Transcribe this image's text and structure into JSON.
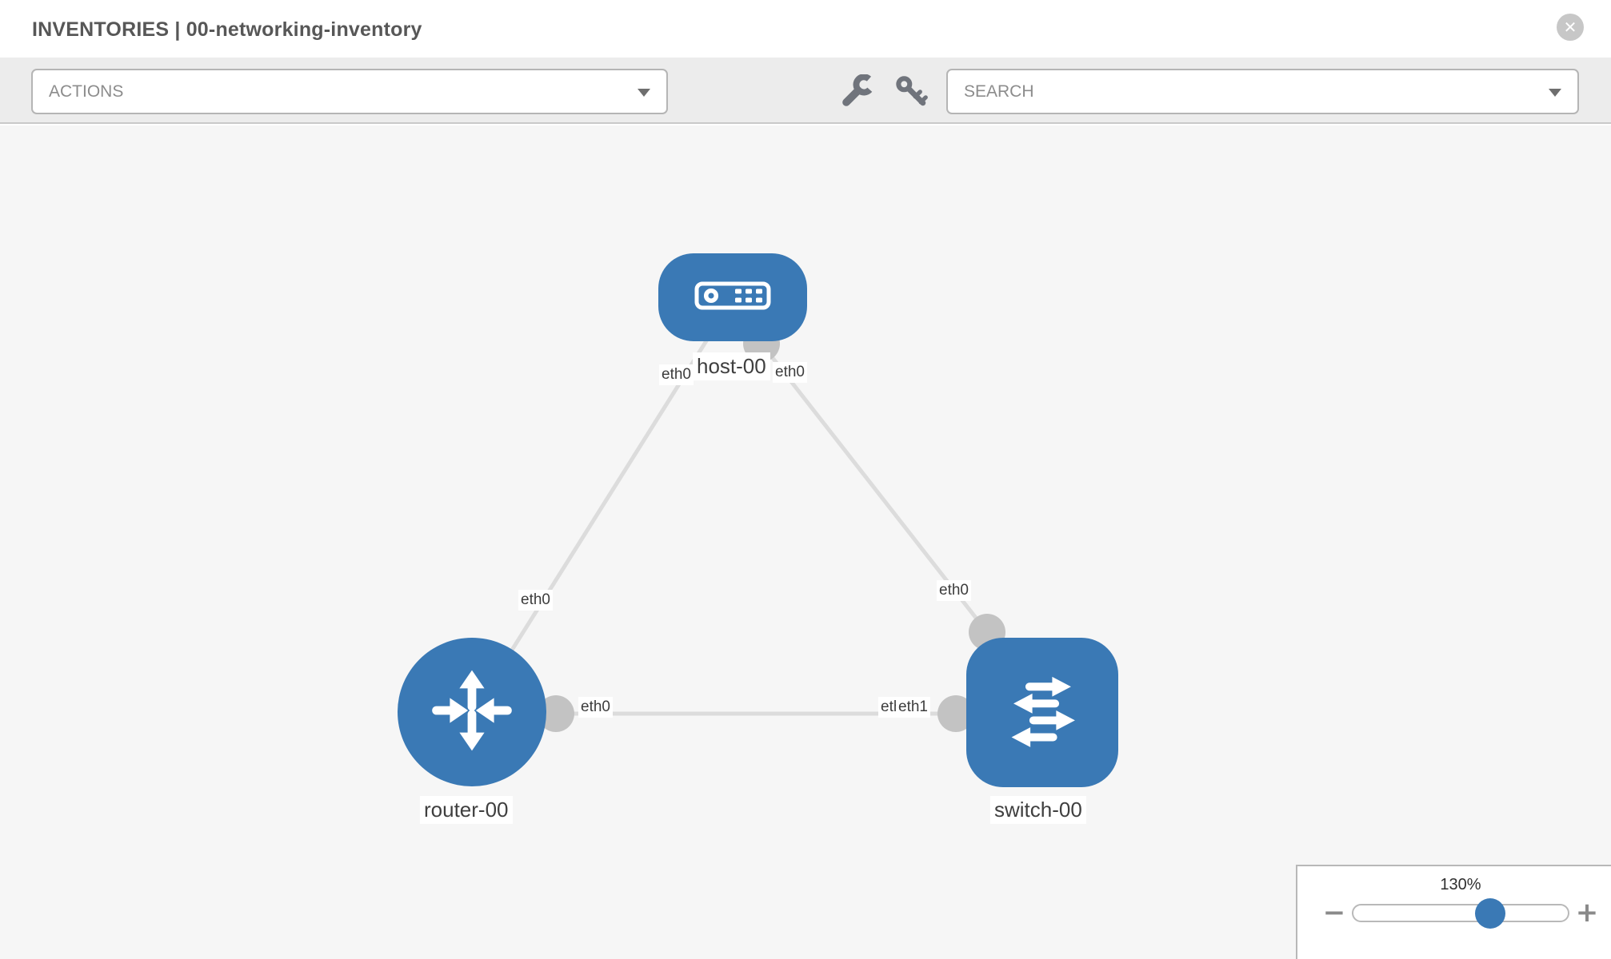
{
  "header": {
    "title": "INVENTORIES | 00-networking-inventory",
    "close_glyph": "✕"
  },
  "toolbar": {
    "actions_label": "ACTIONS",
    "search_label": "SEARCH",
    "icons": {
      "wrench": "wrench-icon",
      "key": "key-icon",
      "caret": "chevron-down-icon",
      "close": "close-icon"
    }
  },
  "topology": {
    "nodes": [
      {
        "id": "host-00",
        "label": "host-00",
        "type": "host"
      },
      {
        "id": "router-00",
        "label": "router-00",
        "type": "router"
      },
      {
        "id": "switch-00",
        "label": "switch-00",
        "type": "switch"
      }
    ],
    "links": [
      {
        "from": "host-00",
        "to": "router-00",
        "from_label": "eth0",
        "to_label": "eth0"
      },
      {
        "from": "host-00",
        "to": "switch-00",
        "from_label": "eth0",
        "to_label": "eth0"
      },
      {
        "from": "router-00",
        "to": "switch-00",
        "from_label": "eth0",
        "to_label": "eth1",
        "to_label_under": "eth0"
      }
    ]
  },
  "zoom_control": {
    "level": "130%",
    "minus_glyph": "−",
    "plus_glyph": "+"
  },
  "colors": {
    "node_blue": "#3a79b5",
    "link_gray": "#dcdcdc",
    "connector_gray": "#c3c3c3",
    "toolbar_bg": "#ececec",
    "canvas_bg": "#f6f6f6",
    "title_text": "#575757"
  }
}
